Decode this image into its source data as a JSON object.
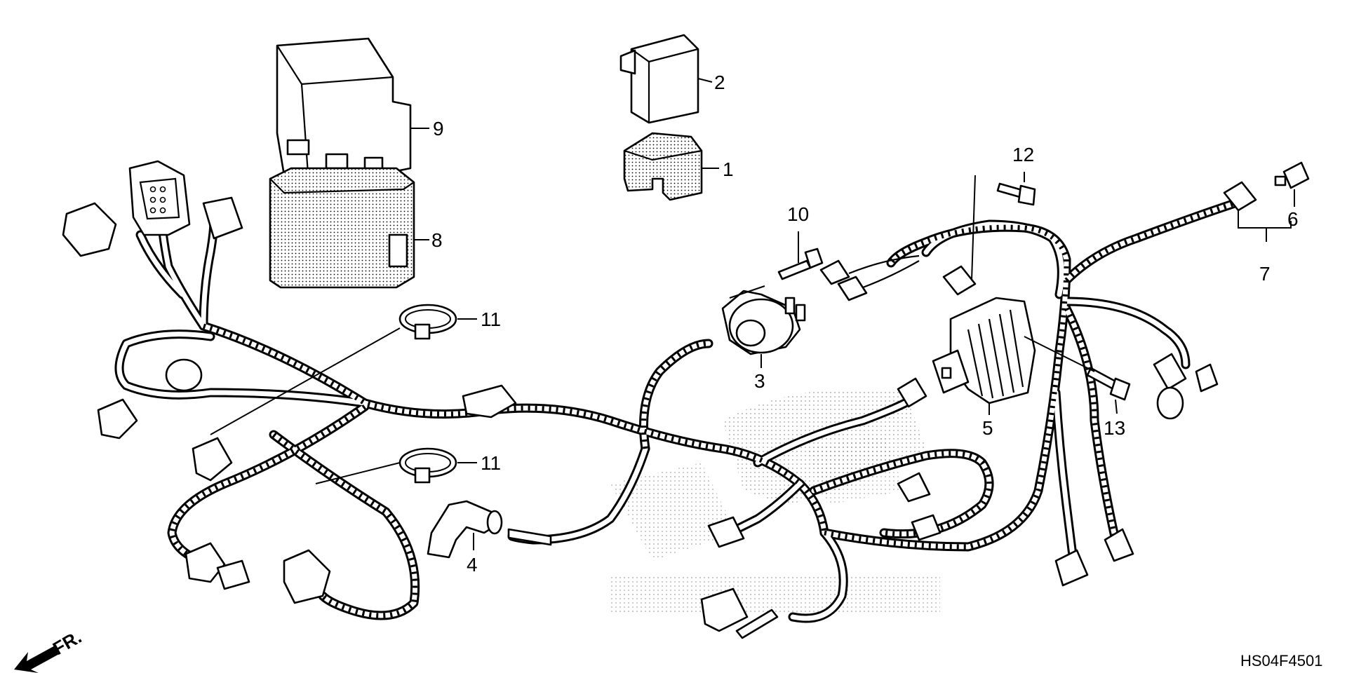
{
  "diagram": {
    "callouts": [
      {
        "id": "1",
        "text": "1"
      },
      {
        "id": "2",
        "text": "2"
      },
      {
        "id": "3",
        "text": "3"
      },
      {
        "id": "4",
        "text": "4"
      },
      {
        "id": "5",
        "text": "5"
      },
      {
        "id": "6",
        "text": "6"
      },
      {
        "id": "7",
        "text": "7"
      },
      {
        "id": "8",
        "text": "8"
      },
      {
        "id": "9",
        "text": "9"
      },
      {
        "id": "10",
        "text": "10"
      },
      {
        "id": "11a",
        "text": "11"
      },
      {
        "id": "11b",
        "text": "11"
      },
      {
        "id": "12",
        "text": "12"
      },
      {
        "id": "13",
        "text": "13"
      }
    ],
    "front_label": "FR.",
    "code": "HS04F4501"
  }
}
